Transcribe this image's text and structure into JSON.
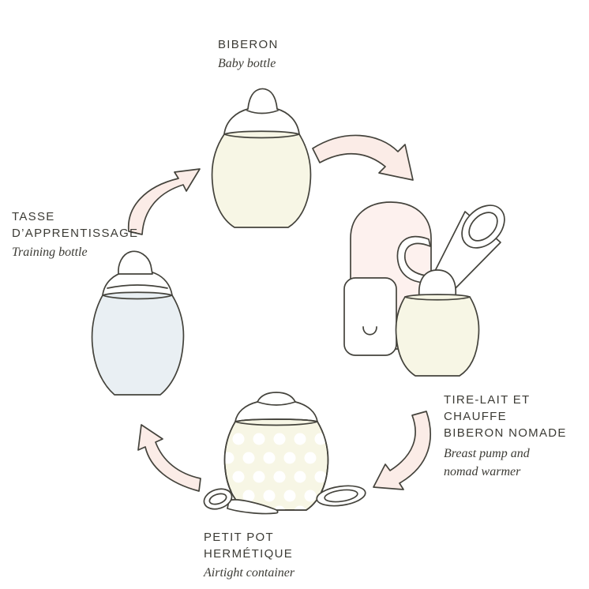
{
  "diagram": {
    "nodes": {
      "biberon": {
        "title": "BIBERON",
        "subtitle": "Baby bottle"
      },
      "tire_lait": {
        "title_line1": "TIRE-LAIT ET CHAUFFE",
        "title_line2": "BIBERON NOMADE",
        "subtitle_line1": "Breast pump and",
        "subtitle_line2": "nomad warmer"
      },
      "petit_pot": {
        "title_line1": "PETIT POT",
        "title_line2": "HERMÉTIQUE",
        "subtitle": "Airtight container"
      },
      "tasse": {
        "title_line1": "TASSE",
        "title_line2": "D’APPRENTISSAGE",
        "subtitle": "Training bottle"
      }
    },
    "colors": {
      "outline": "#44433c",
      "cream": "#f7f6e5",
      "pale_blue": "#e9eff3",
      "pale_pink": "#fdf1ee",
      "arrow_fill": "#fbece7",
      "white": "#ffffff",
      "text": "#3c3b35",
      "background": "#ffffff"
    }
  }
}
